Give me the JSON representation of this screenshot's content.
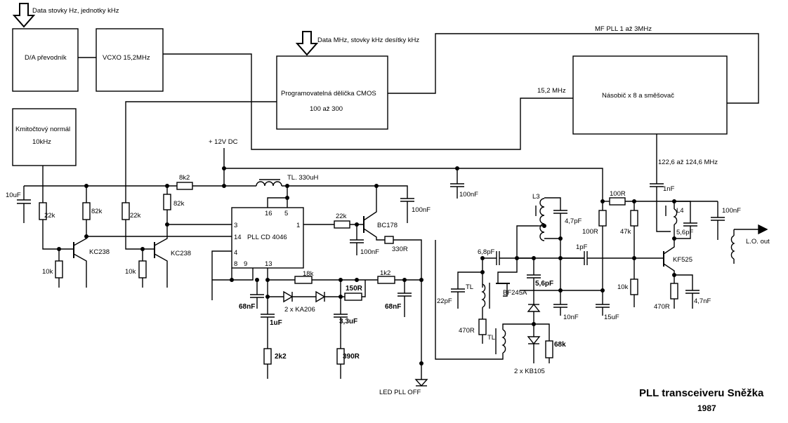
{
  "blocks": {
    "da": "D/A převodník",
    "vcxo": "VCXO 15,2MHz",
    "divider_1": "Programovatelná dělička CMOS",
    "divider_2": "100 až 300",
    "mult": "Násobič x 8 a směšovač",
    "ref_1": "Kmitočtový normál",
    "ref_2": "10kHz",
    "pll_ic": "PLL CD 4046"
  },
  "notes": {
    "data_hz": "Data stovky Hz, jednotky kHz",
    "data_mhz": "Data MHz, stovky kHz desítky kHz",
    "mf_pll": "MF PLL 1 až 3MHz",
    "f152": "15,2 MHz",
    "vdc": "+ 12V DC",
    "out_range": "122,6 až 124,6 MHz",
    "lo_out": "L.O. out",
    "led": "LED PLL OFF"
  },
  "pins": {
    "p16": "16",
    "p5": "5",
    "p3": "3",
    "p14": "14",
    "p1": "1",
    "p4": "4",
    "p8": "8",
    "p9": "9",
    "p13": "13"
  },
  "parts": {
    "c10u": "10uF",
    "r22k_a": "22k",
    "r82k_a": "82k",
    "r10k_a": "10k",
    "q_kc238_a": "KC238",
    "r22k_b": "22k",
    "r82k_b": "82k",
    "r10k_b": "10k",
    "q_kc238_b": "KC238",
    "r8k2": "8k2",
    "tl330": "TL. 330uH",
    "c100n_a": "100nF",
    "c100n_b": "100nF",
    "r22k_c": "22k",
    "q_bc178": "BC178",
    "c100n_c": "100nF",
    "r330": "330R",
    "r18k": "18k",
    "r1k2": "1k2",
    "r150": "150R",
    "d_ka206": "2 x KA206",
    "c68n_a": "68nF",
    "c68n_b": "68nF",
    "c1u": "1uF",
    "c3u3": "3,3uF",
    "r2k2": "2k2",
    "r390": "390R",
    "c6p8": "6,8pF",
    "c22p": "22pF",
    "tl_a": "TL",
    "r470_a": "470R",
    "q_bf245": "BF245A",
    "c5p6_a": "5,6pF",
    "tl_b": "TL",
    "d_kb105": "2 x KB105",
    "r68k": "68k",
    "c10n": "10nF",
    "c15u": "15uF",
    "l3": "L3",
    "c4p7_a": "4,7pF",
    "r100_a": "100R",
    "c1p": "1pF",
    "r100_b": "100R",
    "c1n": "1nF",
    "r47k": "47k",
    "l4": "L4",
    "c5p6_b": "5,6pF",
    "c100n_d": "100nF",
    "q_kf525": "KF525",
    "r10k_c": "10k",
    "r470_b": "470R",
    "c4p7_b": "4,7nF"
  },
  "title": "PLL transceiveru Sněžka",
  "year": "1987"
}
